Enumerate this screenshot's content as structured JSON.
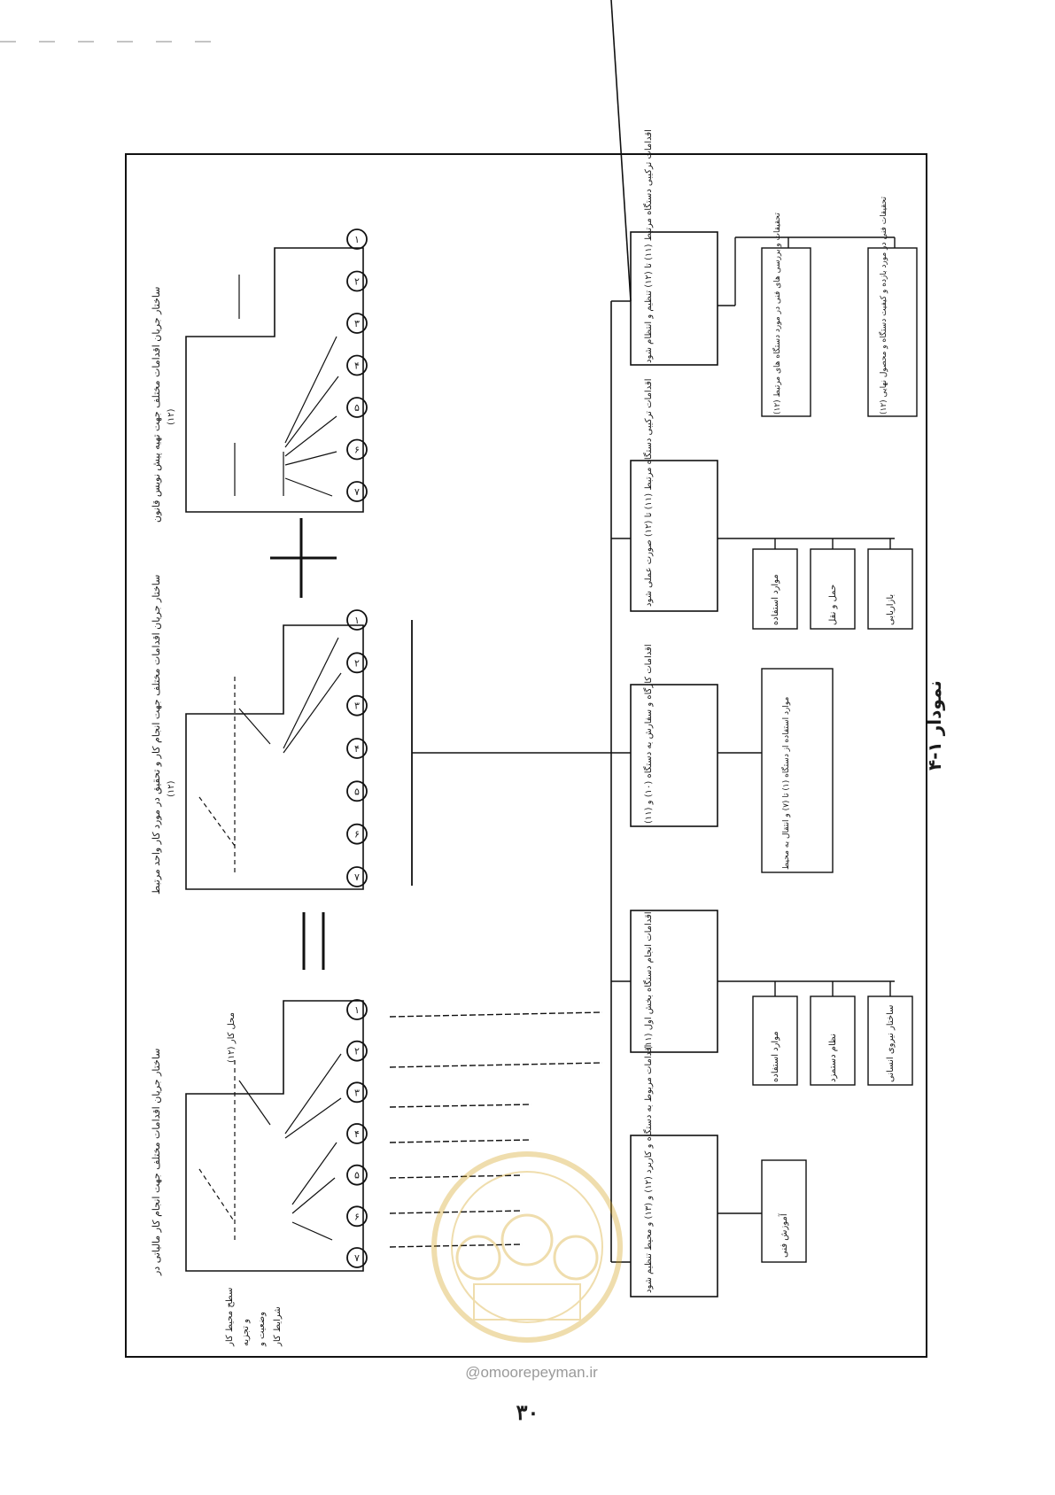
{
  "figure": {
    "caption": "نمودار ۱-۴",
    "page_number": "۳۰",
    "watermark_url": "@omoorepeyman.ir"
  },
  "top_diagrams": {
    "left": {
      "title": "ساختار جریان اقدامات مختلف جهت انجام کار مالیاتی در",
      "subtitle": "محل کار (۱۲)"
    },
    "middle": {
      "title": "ساختار جریان اقدامات مختلف جهت انجام کار و تحقیق در مورد کار واحد مرتبط",
      "subtitle": "(۱۲)"
    },
    "right": {
      "title": "ساختار جریان اقدامات مختلف جهت تهیه پیش نویس قانون",
      "subtitle": "(۱۲)"
    },
    "operators": [
      "=",
      "+"
    ],
    "circle_labels": [
      "۱",
      "۲",
      "۳",
      "۴",
      "۵",
      "۶",
      "۷"
    ]
  },
  "org_chart": {
    "boxes": [
      {
        "label": "اقدامات مربوط به دستگاه و کاربرد (۱۲) و (۱۳) و محیط تنظیم شود"
      },
      {
        "label": "اقدامات انجام دستگاه بخش اول (۱۱)"
      },
      {
        "label": "اقدامات کارگاه و سفارش به دستگاه (۱۰) و (۱۱)"
      },
      {
        "label": "اقدامات ترکیبی دستگاه مرتبط (۱۱) تا (۱۲) صورت عملی شود"
      },
      {
        "label": "اقدامات ترکیبی دستگاه مرتبط (۱۱) تا (۱۲) تنظیم و انتظام شود"
      }
    ],
    "sub_boxes": [
      {
        "label": "آموزش فنی"
      },
      {
        "label": "موارد استفاده"
      },
      {
        "label": "نظام دستمزد"
      },
      {
        "label": "ساختار نیروی انسانی"
      },
      {
        "label": "موارد استفاده از دستگاه (۱) تا (۷) و انتقال به محیط"
      },
      {
        "label": "موارد استفاده"
      },
      {
        "label": "حمل و نقل"
      },
      {
        "label": "بازاریابی"
      },
      {
        "label": "تحقیقات و بررسی های فنی در مورد دستگاه های مرتبط (۱۲)"
      },
      {
        "label": "تحقیقات فنی در مورد بازده و کیفیت دستگاه و محصول نهایی (۱۲)"
      }
    ]
  },
  "annotations": {
    "left_notes": [
      "سطح محیط کار",
      "و تجزیه",
      "وضعیت و",
      "شرایط کار"
    ]
  }
}
